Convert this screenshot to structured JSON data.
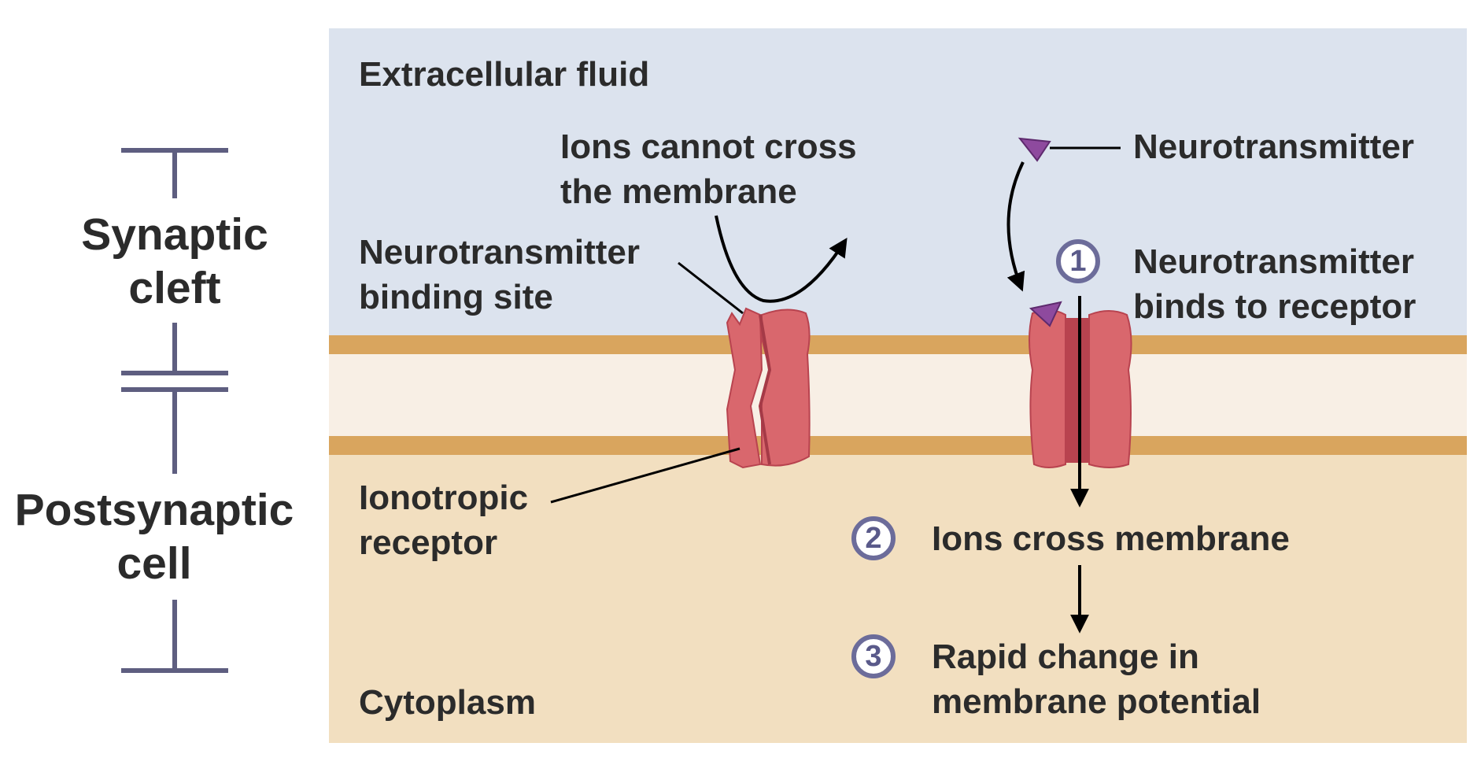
{
  "regions": {
    "extracellular": "Extracellular fluid",
    "cytoplasm": "Cytoplasm"
  },
  "side_labels": {
    "cleft": [
      "Synaptic",
      "cleft"
    ],
    "postsynaptic": [
      "Postsynaptic",
      "cell"
    ]
  },
  "labels": {
    "ions_cannot": [
      "Ions cannot cross",
      "the membrane"
    ],
    "binding_site": [
      "Neurotransmitter",
      "binding site"
    ],
    "neurotransmitter": "Neurotransmitter",
    "ionotropic": [
      "Ionotropic",
      "receptor"
    ]
  },
  "steps": [
    {
      "number": "1",
      "text": [
        "Neurotransmitter",
        "binds to receptor"
      ]
    },
    {
      "number": "2",
      "text": [
        "Ions cross membrane"
      ]
    },
    {
      "number": "3",
      "text": [
        "Rapid change in",
        "membrane potential"
      ]
    }
  ],
  "colors": {
    "extracellular_bg": "#dce3ee",
    "cytoplasm_bg": "#f2dfc0",
    "membrane_core": "#f8efe5",
    "membrane_edge": "#d9a55e",
    "receptor": "#d9676d",
    "receptor_dark": "#b8434f",
    "neurotransmitter": "#8e4a9e",
    "badge_ring": "#6c6c9a",
    "bracket": "#5e5e80"
  }
}
